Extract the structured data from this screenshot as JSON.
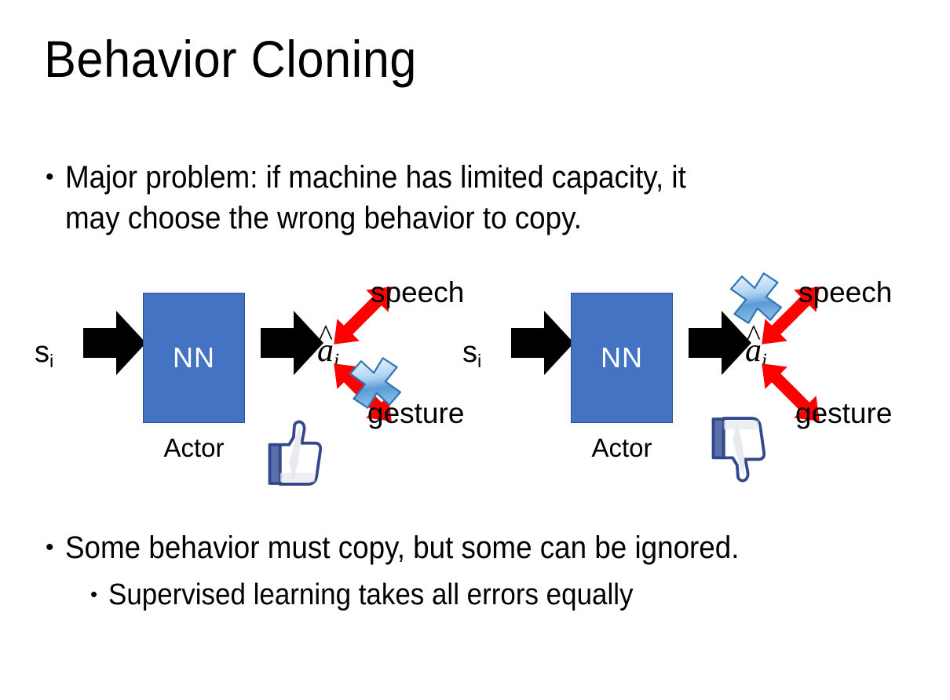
{
  "slide": {
    "title": "Behavior Cloning",
    "background_color": "#FFFFFF"
  },
  "bullets": [
    {
      "marker": "•",
      "level": 0,
      "text": "Major problem: if machine has limited capacity, it\nmay choose the wrong behavior to copy."
    },
    {
      "marker": "•",
      "level": 0,
      "text": "Some behavior must copy, but some can be ignored."
    },
    {
      "marker": "•",
      "level": 1,
      "text": "Supervised learning takes all errors equally"
    }
  ],
  "diagram": {
    "colors": {
      "nn_box_fill": "#4473C4",
      "nn_box_border": "#2F5496",
      "arrow_black": "#000000",
      "arrow_red": "#FF0000",
      "x_blue_light": "#C7DDF5",
      "x_blue_mid": "#5B9BD5",
      "x_blue_dark": "#2E75B6",
      "thumb_outline": "#3B5998",
      "thumb_fill": "#FFFFFF",
      "thumb_cuff": "#5B70A8"
    },
    "units": [
      {
        "id": "left",
        "input_label": "s",
        "input_sub": "i",
        "box_label": "NN",
        "box_caption": "Actor",
        "output_label": "a",
        "output_sub": "i",
        "output_accent": "hat",
        "branches": [
          {
            "name": "speech",
            "label": "speech",
            "direction": "up",
            "crossed": false
          },
          {
            "name": "gesture",
            "label": "gesture",
            "direction": "down",
            "crossed": true
          }
        ],
        "verdict_icon": "thumbs-up-icon"
      },
      {
        "id": "right",
        "input_label": "s",
        "input_sub": "i",
        "box_label": "NN",
        "box_caption": "Actor",
        "output_label": "a",
        "output_sub": "i",
        "output_accent": "hat",
        "branches": [
          {
            "name": "speech",
            "label": "speech",
            "direction": "up",
            "crossed": true
          },
          {
            "name": "gesture",
            "label": "gesture",
            "direction": "down",
            "crossed": false
          }
        ],
        "verdict_icon": "thumbs-down-icon"
      }
    ]
  }
}
